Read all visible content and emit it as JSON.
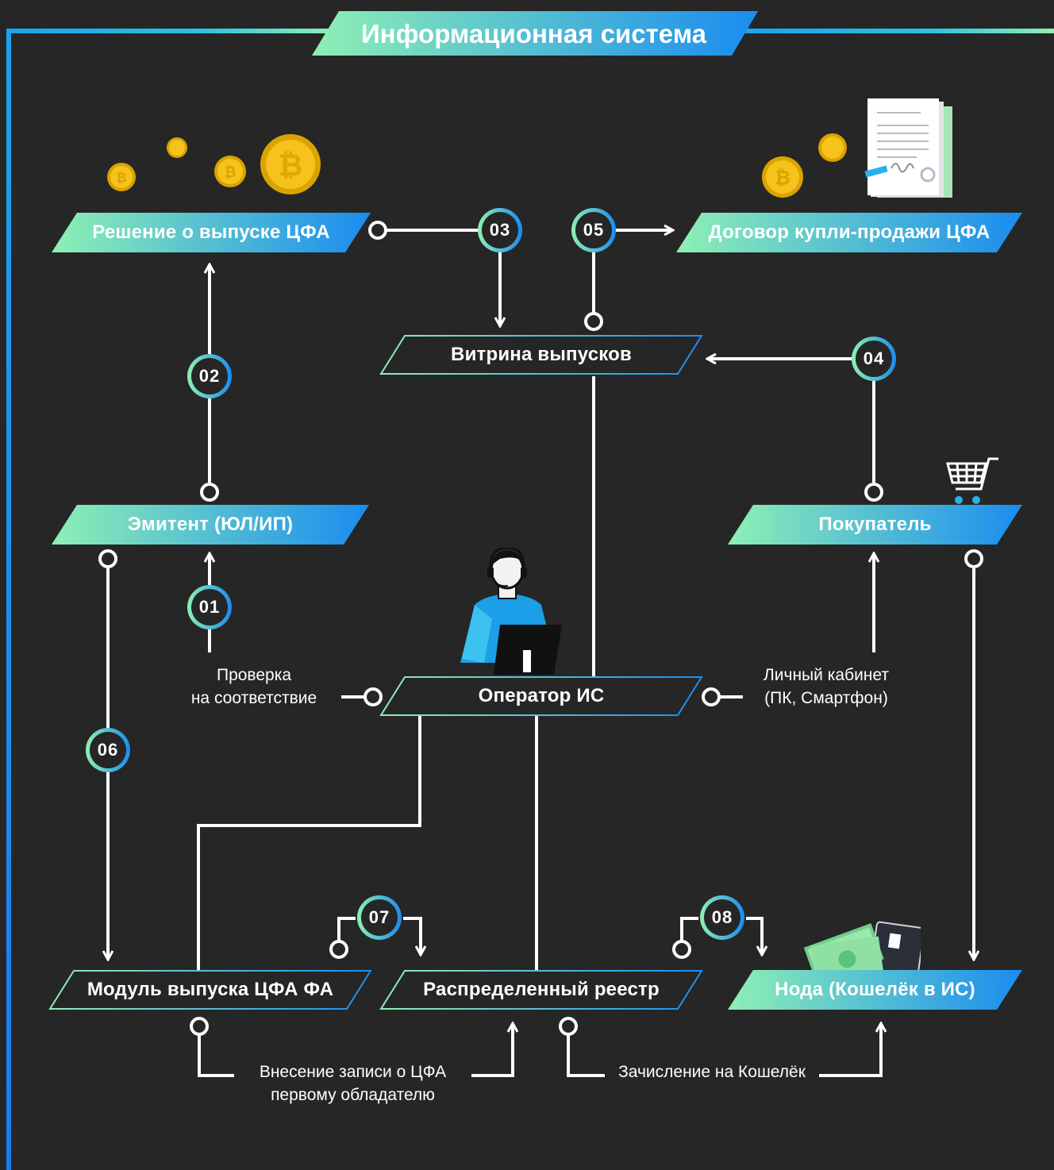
{
  "title": "Информационная система",
  "boxes": {
    "decision": "Решение о выпуске ЦФА",
    "contract": "Договор купли-продажи ЦФА",
    "showcase": "Витрина выпусков",
    "issuer": "Эмитент (ЮЛ/ИП)",
    "buyer": "Покупатель",
    "operator": "Оператор ИС",
    "module": "Модуль выпуска ЦФА ФА",
    "registry": "Распределенный реестр",
    "node": "Нода (Кошелёк в ИС)"
  },
  "steps": {
    "s01": "01",
    "s02": "02",
    "s03": "03",
    "s04": "04",
    "s05": "05",
    "s06": "06",
    "s07": "07",
    "s08": "08"
  },
  "notes": {
    "check_line1": "Проверка",
    "check_line2": "на соответствие",
    "cabinet_line1": "Личный кабинет",
    "cabinet_line2": "(ПК, Смартфон)",
    "record_line1": "Внесение записи о ЦФА",
    "record_line2": "первому обладателю",
    "credit": "Зачисление на Кошелёк"
  },
  "colors": {
    "background": "#262626",
    "gradient_start": "#8ef0b4",
    "gradient_end": "#1a8cf0",
    "line": "#ffffff"
  },
  "icons": [
    "bitcoin-coin-icon",
    "document-icon",
    "operator-icon",
    "cart-icon",
    "money-card-icon"
  ]
}
